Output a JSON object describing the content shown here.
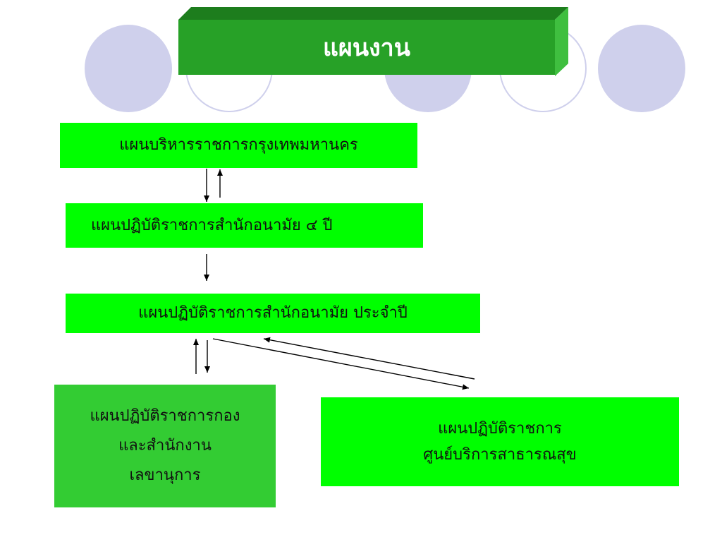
{
  "colors": {
    "circle_fill": "#cfd0ec",
    "title_green": "#27a127",
    "box_bright": "#00ff00",
    "box_mid": "#33cc33"
  },
  "title": "แผนงาน",
  "boxes": {
    "bma_plan": "แผนบริหารราชการกรุงเทพมหานคร",
    "plan_4yr": "แผนปฏิบัติราชการสำนักอนามัย ๔ ปี",
    "annual_plan": "แผนปฏิบัติราชการสำนักอนามัย ประจำปี",
    "division_plan": [
      "แผนปฏิบัติราชการกอง",
      "และสำนักงาน",
      "เลขานุการ"
    ],
    "center_plan": [
      "แผนปฏิบัติราชการ",
      "ศูนย์บริการสาธารณสุข"
    ]
  }
}
